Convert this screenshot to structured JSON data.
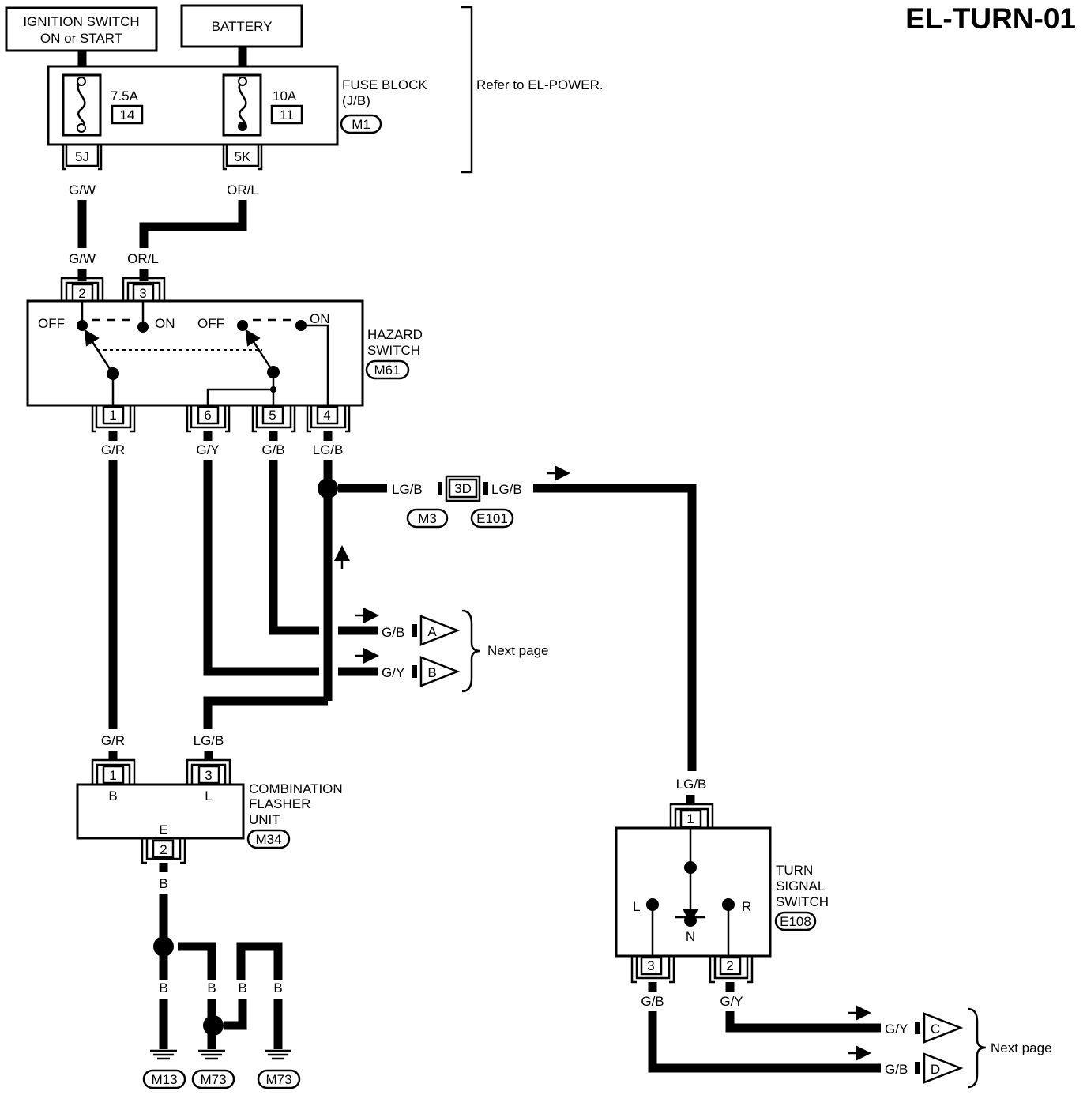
{
  "title": "EL-TURN-01",
  "sources": {
    "ignition_line1": "IGNITION SWITCH",
    "ignition_line2": "ON or START",
    "battery": "BATTERY"
  },
  "fuse_block": {
    "label_line1": "FUSE BLOCK",
    "label_line2": "(J/B)",
    "connector": "M1",
    "refer_note": "Refer to EL-POWER.",
    "fuse_a_rating": "7.5A",
    "fuse_a_number": "14",
    "fuse_b_rating": "10A",
    "fuse_b_number": "11",
    "terminal_a": "5J",
    "terminal_b": "5K"
  },
  "wires": {
    "gw_upper": "G/W",
    "orl_upper": "OR/L",
    "gw_lower": "G/W",
    "orl_lower": "OR/L",
    "gr_upper": "G/R",
    "gy_upper": "G/Y",
    "gb_upper": "G/B",
    "lgb_upper": "LG/B",
    "lgb_left": "LG/B",
    "lgb_right": "LG/B",
    "gb_next": "G/B",
    "gy_next": "G/Y",
    "gr_lower": "G/R",
    "lgb_lower": "LG/B",
    "b_flasher": "B",
    "b_ground1": "B",
    "b_ground2": "B",
    "b_ground3": "B",
    "b_ground4": "B",
    "lgb_turn": "LG/B",
    "gb_turn": "G/B",
    "gy_turn": "G/Y",
    "gy_next2": "G/Y",
    "gb_next2": "G/B"
  },
  "hazard_switch": {
    "label_line1": "HAZARD",
    "label_line2": "SWITCH",
    "connector": "M61",
    "off_left": "OFF",
    "on_left": "ON",
    "off_right": "OFF",
    "on_right": "ON",
    "pin_2": "2",
    "pin_3": "3",
    "pin_1": "1",
    "pin_6": "6",
    "pin_5": "5",
    "pin_4": "4"
  },
  "joint": {
    "terminal": "3D",
    "connector_left": "M3",
    "connector_right": "E101"
  },
  "next_page_1": {
    "text": "Next page",
    "marker_a": "A",
    "marker_b": "B"
  },
  "flasher": {
    "label_line1": "COMBINATION",
    "label_line2": "FLASHER",
    "label_line3": "UNIT",
    "connector": "M34",
    "pin_1": "1",
    "pin_3": "3",
    "pin_2": "2",
    "term_b": "B",
    "term_l": "L",
    "term_e": "E"
  },
  "grounds": {
    "g1": "M13",
    "g2": "M73",
    "g3": "M73"
  },
  "turn_switch": {
    "label_line1": "TURN",
    "label_line2": "SIGNAL",
    "label_line3": "SWITCH",
    "connector": "E108",
    "pin_1": "1",
    "pin_3": "3",
    "pin_2": "2",
    "pos_l": "L",
    "pos_r": "R",
    "pos_n": "N"
  },
  "next_page_2": {
    "text": "Next page",
    "marker_c": "C",
    "marker_d": "D"
  }
}
